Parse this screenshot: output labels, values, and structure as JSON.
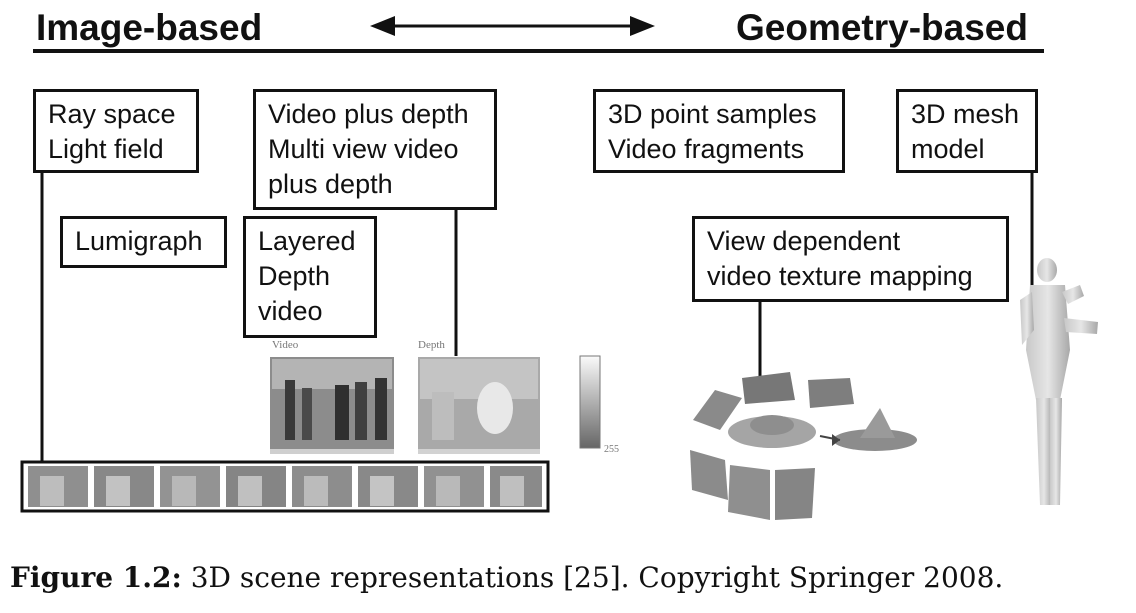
{
  "header": {
    "left": "Image-based",
    "right": "Geometry-based"
  },
  "boxes": {
    "ray_space": "Ray space\nLight field",
    "video_plus_depth": "Video plus depth\nMulti view video\nplus depth",
    "point_samples": "3D point samples\nVideo fragments",
    "mesh_model": "3D mesh\nmodel",
    "lumigraph": "Lumigraph",
    "layered_depth": "Layered\nDepth\nvideo",
    "view_dependent": "View dependent\nvideo texture mapping"
  },
  "image_labels": {
    "video": "Video",
    "depth": "Depth",
    "scale_max": "255"
  },
  "caption": {
    "label": "Figure 1.2:",
    "text": " 3D scene representations [25]. Copyright Springer 2008."
  }
}
